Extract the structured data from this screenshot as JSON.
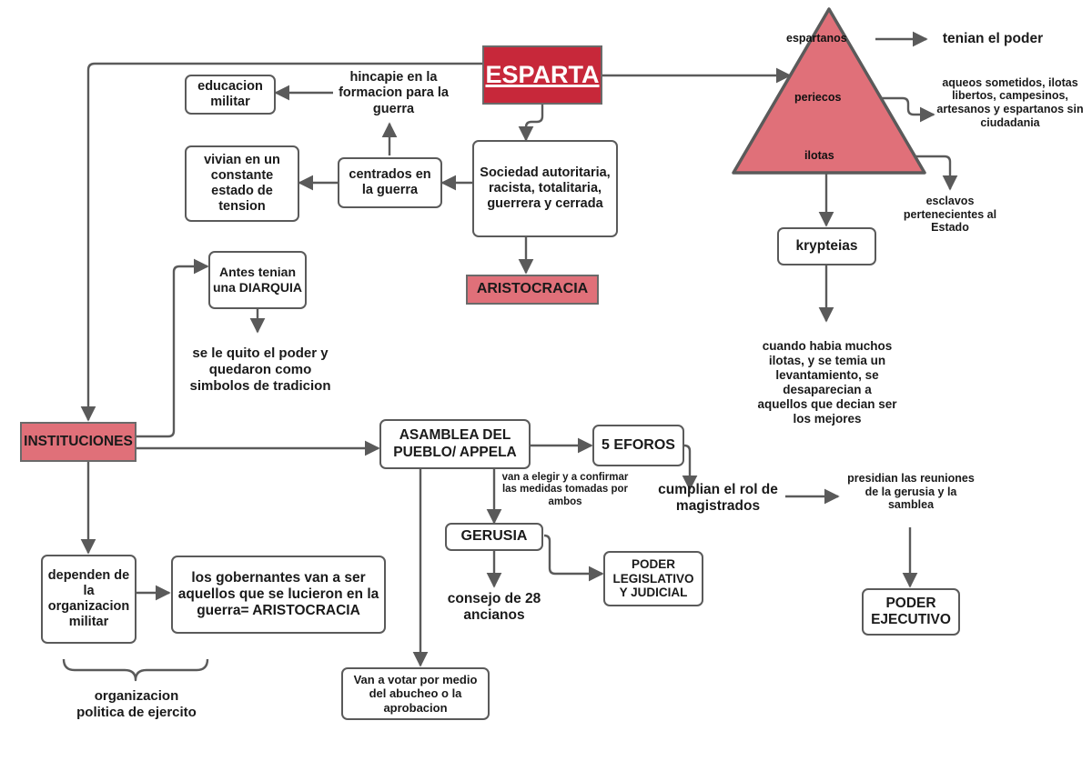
{
  "title": "Mapa conceptual - ESPARTA",
  "colors": {
    "accent_red": "#c7283a",
    "accent_pink": "#e07079",
    "stroke": "#5a5a5a",
    "background": "#ffffff"
  },
  "nodes": {
    "esparta": "ESPARTA",
    "hincapie": "hincapie en la formacion para la guerra",
    "educacion_militar": "educacion militar",
    "vivian_tension": "vivian en un constante estado de tension",
    "centrados_guerra": "centrados en la guerra",
    "sociedad": "Sociedad autoritaria, racista, totalitaria, guerrera y cerrada",
    "aristocracia": "ARISTOCRACIA",
    "antes_diarquia": "Antes tenian una DIARQUIA",
    "se_le_quito": "se le quito el poder y quedaron como simbolos de tradicion",
    "instituciones": "INSTITUCIONES",
    "dependen_militar": "dependen de la organizacion militar",
    "gobernantes": "los gobernantes van a ser aquellos que se lucieron en la guerra= ARISTOCRACIA",
    "organizacion_politica": "organizacion politica de ejercito",
    "asamblea": "ASAMBLEA DEL PUEBLO/ APPELA",
    "van_a_elegir": "van a elegir y a confirmar las medidas tomadas por ambos",
    "gerusia": "GERUSIA",
    "consejo_28": "consejo de 28 ancianos",
    "van_a_votar": "Van a votar por medio del abucheo o la aprobacion",
    "cinco_eforos": "5 EFOROS",
    "cumplian_rol": "cumplian el rol de magistrados",
    "poder_legislativo": "PODER LEGISLATIVO Y JUDICIAL",
    "presidian": "presidian las reuniones de la gerusia y la samblea",
    "poder_ejecutivo": "PODER EJECUTIVO",
    "krypteias": "krypteias",
    "cuando_habia": "cuando habia muchos ilotas, y se temia un levantamiento, se desaparecian a aquellos que decian ser los mejores",
    "tenian_poder": "tenian el poder",
    "aqueos": "aqueos sometidos, ilotas libertos, campesinos, artesanos y espartanos sin ciudadania",
    "esclavos": "esclavos pertenecientes al Estado"
  },
  "triangle": {
    "name": "piramide-social",
    "labels": {
      "top": "espartanos",
      "middle": "periecos",
      "bottom": "ilotas"
    }
  },
  "edges": [
    {
      "from": "esparta",
      "to": "triangle",
      "label": ""
    },
    {
      "from": "esparta",
      "to": "instituciones",
      "label": ""
    },
    {
      "from": "esparta",
      "to": "sociedad",
      "label": ""
    },
    {
      "from": "sociedad",
      "to": "centrados_guerra",
      "label": ""
    },
    {
      "from": "sociedad",
      "to": "aristocracia",
      "label": ""
    },
    {
      "from": "centrados_guerra",
      "to": "vivian_tension",
      "label": ""
    },
    {
      "from": "centrados_guerra",
      "to": "hincapie",
      "label": ""
    },
    {
      "from": "hincapie",
      "to": "educacion_militar",
      "label": ""
    },
    {
      "from": "instituciones",
      "to": "antes_diarquia",
      "label": ""
    },
    {
      "from": "antes_diarquia",
      "to": "se_le_quito",
      "label": ""
    },
    {
      "from": "instituciones",
      "to": "asamblea",
      "label": ""
    },
    {
      "from": "instituciones",
      "to": "dependen_militar",
      "label": ""
    },
    {
      "from": "dependen_militar",
      "to": "gobernantes",
      "label": ""
    },
    {
      "from": "asamblea",
      "to": "cinco_eforos",
      "label": ""
    },
    {
      "from": "asamblea",
      "to": "gerusia",
      "label": "van a elegir y a confirmar las medidas tomadas por ambos"
    },
    {
      "from": "asamblea",
      "to": "van_a_votar",
      "label": ""
    },
    {
      "from": "gerusia",
      "to": "consejo_28",
      "label": ""
    },
    {
      "from": "gerusia",
      "to": "poder_legislativo",
      "label": ""
    },
    {
      "from": "cinco_eforos",
      "to": "cumplian_rol",
      "label": ""
    },
    {
      "from": "cumplian_rol",
      "to": "presidian",
      "label": ""
    },
    {
      "from": "presidian",
      "to": "poder_ejecutivo",
      "label": ""
    },
    {
      "from": "triangle_top",
      "to": "tenian_poder",
      "label": ""
    },
    {
      "from": "triangle_middle",
      "to": "aqueos",
      "label": ""
    },
    {
      "from": "triangle_bottom",
      "to": "esclavos",
      "label": ""
    },
    {
      "from": "triangle_bottom",
      "to": "krypteias",
      "label": ""
    },
    {
      "from": "krypteias",
      "to": "cuando_habia",
      "label": ""
    }
  ]
}
